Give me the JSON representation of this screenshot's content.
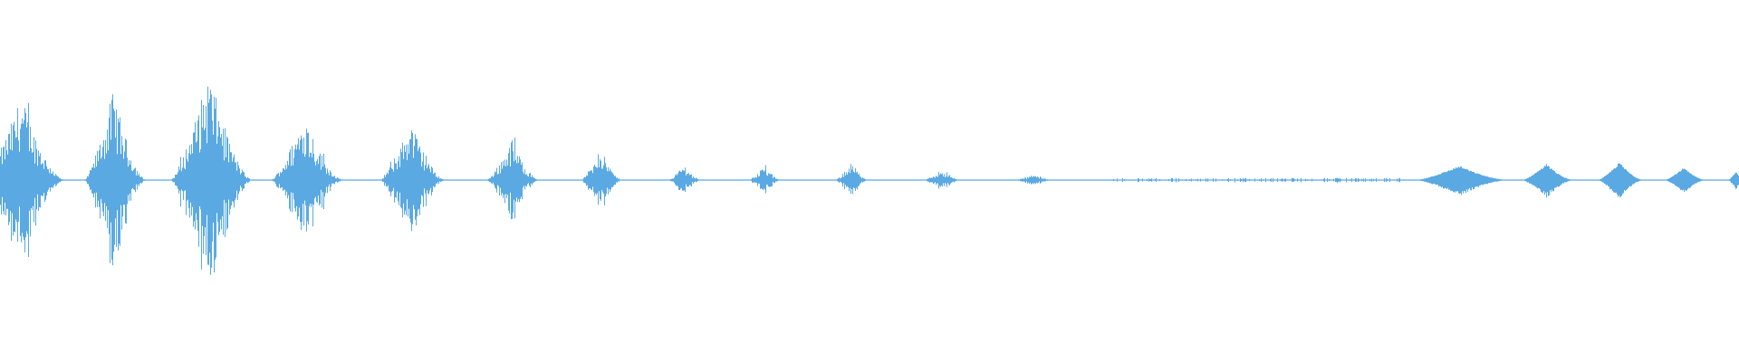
{
  "waveform": {
    "color": "#5aa9e3",
    "background": "#ffffff",
    "amplitude_scale": 1.0,
    "segments": [
      {
        "type": "burst",
        "center": 0.012,
        "width": 0.04,
        "amp": 0.47
      },
      {
        "type": "burst",
        "center": 0.065,
        "width": 0.03,
        "amp": 0.5
      },
      {
        "type": "burst",
        "center": 0.12,
        "width": 0.04,
        "amp": 0.6
      },
      {
        "type": "burst",
        "center": 0.175,
        "width": 0.035,
        "amp": 0.37
      },
      {
        "type": "burst",
        "center": 0.236,
        "width": 0.032,
        "amp": 0.33
      },
      {
        "type": "burst",
        "center": 0.294,
        "width": 0.026,
        "amp": 0.23
      },
      {
        "type": "burst",
        "center": 0.345,
        "width": 0.02,
        "amp": 0.18
      },
      {
        "type": "burst",
        "center": 0.393,
        "width": 0.016,
        "amp": 0.09
      },
      {
        "type": "burst",
        "center": 0.439,
        "width": 0.016,
        "amp": 0.08
      },
      {
        "type": "burst",
        "center": 0.489,
        "width": 0.016,
        "amp": 0.1
      },
      {
        "type": "burst",
        "center": 0.541,
        "width": 0.018,
        "amp": 0.06
      },
      {
        "type": "burst",
        "center": 0.594,
        "width": 0.02,
        "amp": 0.03
      },
      {
        "type": "noise",
        "start": 0.64,
        "end": 0.805,
        "amp": 0.008
      },
      {
        "type": "smooth",
        "center": 0.839,
        "width": 0.045,
        "amp": 0.08
      },
      {
        "type": "smooth",
        "center": 0.889,
        "width": 0.025,
        "amp": 0.09
      },
      {
        "type": "smooth",
        "center": 0.931,
        "width": 0.022,
        "amp": 0.1
      },
      {
        "type": "smooth",
        "center": 0.968,
        "width": 0.02,
        "amp": 0.07
      },
      {
        "type": "smooth",
        "center": 0.998,
        "width": 0.008,
        "amp": 0.05
      }
    ]
  }
}
